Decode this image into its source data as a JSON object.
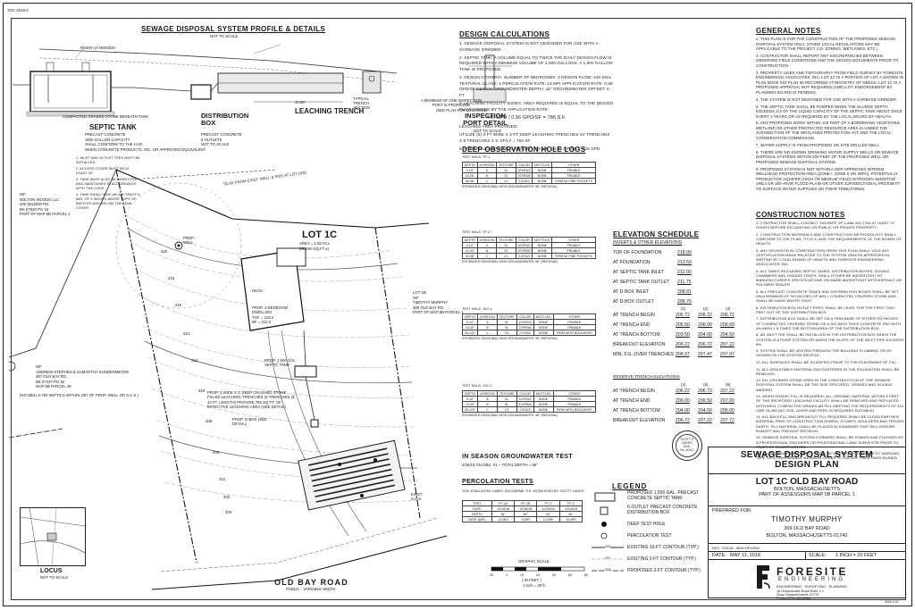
{
  "sheet_code": "TOC-2018-0",
  "profile": {
    "title": "SEWAGE DISPOSAL SYSTEM PROFILE & DETAILS",
    "subtitle": "NOT TO SCALE",
    "septic_tank_label": "SEPTIC TANK",
    "septic_tank_notes": [
      "PRECAST CONCRETE",
      "1500 GALLON CAPACITY",
      "SHALL CONFORM TO THE H-20",
      "WHEN CONCRETE PRODUCTS, INC. OR APPROVED EQUIVALENT"
    ],
    "septic_tank_list": [
      "1. INLET AND OUTLET TEES MUST BE INSTALLED.",
      "2. ACCESS COVER MUST BE AT LEAST 20\".",
      "3. TANK MUST ALSO BE INSPECTED AND MAINTAINED IN ACCORDANCE WITH THE CODE.",
      "4. TANK SHALL HAVE AN AIR SPACE A MIN. OF 3 INCHES ABOVE TOPS OF BAFFLES AND BELOW THE TANK COVER."
    ],
    "dbox_label": "DISTRIBUTION BOX",
    "dbox_sub": [
      "PRECAST CONCRETE",
      "6 OUTLETS",
      "NOT TO SCALE"
    ],
    "leaching_label": "LEACHING TRENCH",
    "leach_dims": "44.00'",
    "inspection_label": "INSPECTION PORT DETAIL",
    "inspection_sub": "NOT TO SCALE",
    "riser_note": "RISER AS NEEDED",
    "stone_note": "COMPACTED GRADED STONE BENEATH TANK",
    "trench_typ": "TYPICAL TRENCH SECTION",
    "note_min_cover": "A MINIMUM OF ONE INSPECTION PORT IS PROPOSED",
    "note_min_cover_2": "(SEE PLAN FOR LOCATION)"
  },
  "site": {
    "lot_title": "LOT 1C",
    "lot_area": "AREA = 1.83 AC±",
    "lot_area_sf": "(80,040 SQ.FT.±)",
    "dwelling_lines": [
      "PROP. 4-BEDROOM",
      "DWELLING",
      "TOF = 218.2",
      "BF = 210.0"
    ],
    "deck": "DECK",
    "prop_well": "PROP. WELL",
    "septic_tank_callout": "PROP. 1,500 GAL SEPTIC TANK",
    "dbox_callout": "PROP. D-BOX (SEE DETAIL)",
    "trench_callout": "PROP. 3 WIDE X 3' DEEP CRUSHED STONE FILLED LEACHING TRENCHES (8 TRENCHES @ 44 FT. LENGTH) PROVIDE 792 SQ FT. OF EFFECTIVE LEACHING AREA (SEE DETAIL)",
    "abutter_west": [
      "N/F",
      "BOLTON WOODS LLC",
      "200 WILDER RD.",
      "BK 57920 PG 15",
      "PART OF MAP 5B PARCEL 1"
    ],
    "abutter_east": [
      "LOT 1B",
      "N/F",
      "TIMOTHY MURPHY",
      "369 OLD BAY RD.",
      "PART OF MAP 5B PARCEL 1"
    ],
    "abutter_south": [
      "N/F",
      "ANDREW STEPHEN & SAMANTHA SUNDERMEYER",
      "387 OLD BAY RD.",
      "BK 57237 PG 92",
      "MAP 5B PARCEL 49"
    ],
    "no_wells_note": "(NO WELLS OR SEPTICS WITHIN 200' OF PROP. WELL OR S.A.S.)",
    "exist_easement": "50.00' FROM EXIST. WELL & PIPE AT LOT LINE",
    "road_title": "OLD BAY ROAD",
    "road_sub": "PUBLIC - VARIABLE WIDTH",
    "locus_title": "LOCUS",
    "locus_sub": "NOT TO SCALE",
    "graphic_scale": "GRAPHIC SCALE",
    "scale_ticks": [
      "20",
      "0",
      "10",
      "20",
      "40",
      "60",
      "80"
    ],
    "scale_unit": "( IN FEET )",
    "scale_note": "1 inch = 20 ft.",
    "contours": [
      "200",
      "202",
      "204",
      "206",
      "208",
      "210",
      "212",
      "214",
      "216",
      "218",
      "220"
    ],
    "exist_sas": "EXIST. S.A.S."
  },
  "design_calcs": {
    "title": "DESIGN CALCULATIONS",
    "items": [
      "1. SEWAGE DISPOSAL SYSTEM IS NOT DESIGNED FOR USE WITH A GARBAGE GRINDER.",
      "2. SEPTIC TANK: A VOLUME EQUAL TO TWICE THE DAILY DESIGN FLOW IS REQUIRED WITH A MINIMUM VOLUME OF 1,500 GALLONS. A 1,500 GALLON TANK IS PROPOSED.",
      "3. DESIGN CRITERIA: NUMBER OF BEDROOMS: 4   DESIGN FLOW: 440   SOIL TEXTURAL CLASS: 1   PERCOLATION RATE: 13 MPI   APPLICATION RATE: 0.56 GPD/SF   DESIGN GROUNDWATER DEPTH: 42\"   GROUNDWATER OFFSET: 4-FT",
      "4. LEACHING FACILITY SIZING: AREA REQUIRED IS EQUAL TO THE DESIGN FLOW DIVIDED BY THE APPLICATION RATE:",
      "440 GPD / 0.56 GPD/SF = 786 S.F.",
      "LEACHING AREA PROVIDED:",
      "UTILIZE (8) 3-FT WIDE X 3-FT DEEP LEACHING TRENCHES 44' TRENCHES X 8 TRENCHES X 6' SF/LF = 792 SF",
      "5. HYDRAULIC LOADING CAPACITY: 792 S.F. x 0.56 GPD/S.F. 443 GPD"
    ]
  },
  "deep_obs": {
    "title": "DEEP OBSERVATION HOLE LOGS",
    "headers": [
      "DEPTH",
      "HORIZON",
      "TEXTURE",
      "COLOR",
      "MOTTLES",
      "OTHER"
    ],
    "holes": [
      {
        "name": "TEST HOLE: TP-1",
        "rows": [
          [
            "0-10\"",
            "A",
            "SL",
            "10YR3/2",
            "NONE",
            "FRIABLE"
          ],
          [
            "10-26\"",
            "B",
            "SL",
            "10YR5/6",
            "NONE",
            "FRIABLE"
          ],
          [
            "26-96\"",
            "C",
            "LS",
            "2.5Y6/3",
            "NONE",
            "FIRM W/ FINE POCKETS"
          ]
        ],
        "gw": "ESTIMATED SEASONAL HIGH GROUNDWATER: 96\" (REFUSAL)"
      },
      {
        "name": "TEST HOLE: TP-2",
        "rows": [
          [
            "0-10\"",
            "A",
            "SL",
            "10YR3/2",
            "NONE",
            "FRIABLE"
          ],
          [
            "10-30\"",
            "B",
            "SL",
            "10YR5/6",
            "NONE",
            "FRIABLE"
          ],
          [
            "30-96\"",
            "C",
            "LS",
            "2.5Y6/3",
            "NONE",
            "FIRM W/ FINE POCKETS"
          ]
        ],
        "gw": "ESTIMATED SEASONAL HIGH GROUNDWATER: 96\" (REFUSAL)"
      },
      {
        "name": "TEST HOLE: 10C-1",
        "rows": [
          [
            "0-10\"",
            "A",
            "SL",
            "10YR3/2",
            "NONE",
            "FRIABLE"
          ],
          [
            "10-30\"",
            "B",
            "SL",
            "10YR5/6",
            "NONE",
            "FRIABLE"
          ],
          [
            "30-120\"",
            "C",
            "LS",
            "2.5Y6/3",
            "NONE",
            "FIRM WITH BOULDERS"
          ]
        ],
        "gw": "ESTIMATED SEASONAL HIGH GROUNDWATER: 96\" (REFUSAL)"
      },
      {
        "name": "TEST HOLE: 10C-2",
        "rows": [
          [
            "0-10\"",
            "A",
            "SL",
            "10YR3/2",
            "NONE",
            "FRIABLE"
          ],
          [
            "10-30\"",
            "B",
            "SL",
            "10YR5/6",
            "NONE",
            "FRIABLE"
          ],
          [
            "30-120\"",
            "C",
            "LS",
            "2.5Y6/3",
            "NONE",
            "FIRM WITH BOULDERS"
          ]
        ],
        "gw": "ESTIMATED SEASONAL HIGH GROUNDWATER: 96\" (REFUSAL)"
      }
    ],
    "groundwater_title": "IN SEASON GROUNDWATER TEST",
    "groundwater_sub": "4/26/18 ON OBS. #1 -- TOTAL DEPTH = 96\""
  },
  "percolation": {
    "title": "PERCOLATION TESTS",
    "eval_line": "SOIL EVALUATOR: LARRY DUCHARME, P.E. WITNESSED BY: SCOTT HAYES",
    "headers": [
      "TEST",
      "PT-1A",
      "PT-1B",
      "PT-2",
      "PT-3"
    ],
    "rows": [
      [
        "DATE",
        "12/18/18",
        "12/18/18",
        "12/18/18",
        "12/18/18"
      ],
      [
        "DEPTH",
        "36\"",
        "60\"",
        "42\"",
        "36\""
      ],
      [
        "RATE (MPI)",
        "13 MPI",
        "8 MPI",
        "13 MPI",
        "10 MPI"
      ]
    ]
  },
  "elevations": {
    "title": "ELEVATION SCHEDULE",
    "inverts_title": "INVERTS & OTHER ELEVATIONS",
    "rows": [
      {
        "label": "TOP OF FOUNDATION",
        "a": "218.00"
      },
      {
        "label": "AT FOUNDATION",
        "a": "213.50"
      },
      {
        "label": "AT SEPTIC TANK INLET",
        "a": "212.00"
      },
      {
        "label": "AT SEPTIC TANK OUTLET",
        "a": "211.75"
      },
      {
        "label": "AT D-BOX INLET",
        "a": "208.81"
      },
      {
        "label": "AT D-BOX OUTLET",
        "a": "208.76"
      }
    ],
    "col_headers": [
      "(1)",
      "(2)",
      "(3)"
    ],
    "trench_rows": [
      {
        "label": "AT TRENCH BEGIN",
        "v": [
          "205.72",
          "206.22",
          "206.72"
        ]
      },
      {
        "label": "AT TRENCH END",
        "v": [
          "205.50",
          "206.00",
          "206.50"
        ]
      },
      {
        "label": "AT TRENCH BOTTOM",
        "v": [
          "203.50",
          "204.00",
          "204.50"
        ]
      },
      {
        "label": "BREAKOUT ELEVATION",
        "v": [
          "206.22",
          "206.72",
          "207.22"
        ]
      },
      {
        "label": "MIN. F.G. OVER TRENCHES",
        "v": [
          "206.97",
          "207.47",
          "207.97"
        ]
      }
    ],
    "reserve_title": "RESERVE TRENCH ELEVATIONS",
    "reserve_headers": [
      "(4)",
      "(5)",
      "(6)"
    ],
    "reserve_rows": [
      {
        "label": "AT TRENCH BEGIN",
        "v": [
          "206.22",
          "206.72",
          "207.22"
        ]
      },
      {
        "label": "AT TRENCH END",
        "v": [
          "206.00",
          "206.50",
          "207.00"
        ]
      },
      {
        "label": "AT TRENCH BOTTOM",
        "v": [
          "204.00",
          "204.50",
          "205.00"
        ]
      },
      {
        "label": "BREAKOUT ELEVATION",
        "v": [
          "206.72",
          "207.22",
          "207.72"
        ]
      }
    ]
  },
  "stamp": {
    "lines": [
      "SCOTT P.",
      "HAYES",
      "CIVIL",
      "No. 40117"
    ]
  },
  "legend": {
    "title": "LEGEND",
    "items": [
      "PROPOSED 1,500 GAL. PRECAST CONCRETE SEPTIC TANK",
      "6-OUTLET PRECAST CONCRETE DISTRIBUTION BOX",
      "DEEP TEST HOLE",
      "PERCOLATION TEST",
      "EXISTING 10-FT CONTOUR (TYP.)",
      "EXISTING 2-FT CONTOUR (TYP.)",
      "PROPOSED 2-FT CONTOUR (TYP.)"
    ],
    "contour_sample_labels": [
      "200",
      "202",
      "206"
    ]
  },
  "general_notes": {
    "title": "GENERAL NOTES",
    "items": [
      "1. THIS PLAN IS FOR THE CONSTRUCTION OF THE PROPOSED SEWAGE DISPOSAL SYSTEM ONLY. OTHER LOCAL REGULATIONS MAY BE APPLICABLE TO THE PROJECT (I.E. ZONING, WETLANDS, ETC.).",
      "2. CONTRACTOR SHALL REPORT ANY DISCREPANCIES BETWEEN OBSERVED FIELD CONDITIONS AND THE DESIGN DOCUMENTS PRIOR TO CONSTRUCTION.",
      "3. PROPERTY LINES AND TOPOGRAPHY FROM FIELD SURVEY BY FORESITE ENGINEERING ASSOCIATES, INC. LOT 1C IS A PORTION OF LOT A SHOWN IN PLAN BOOK 910 PLAN 60 RECORDED AT REGISTRY OF DEEDS. LOT 1C IS A PROPOSED APPROVAL NOT REQUIRED (ANR) LOT. ENDORSEMENT BY PLANNING BOARD IS PENDING.",
      "4. THE SYSTEM IS NOT DESIGNED FOR USE WITH A GARBAGE GRINDER.",
      "5. THE SEPTIC TANK SHALL BE PUMPED WHEN THE SLUDGE DEPTH EXCEEDS 1/3 OF THE LIQUID CAPACITY OF THE SEPTIC TANK ABOUT ONCE EVERY 2 YEARS OR AS REQUIRED BY THE LOCAL BOARD OF HEALTH.",
      "6. ANY PROPOSED WORK WITHIN 100 FEET OF A BORDERING VEGETATED WETLAND OR OTHER PROTECTED RESOURCE AREA IS UNDER THE JURISDICTION OF THE WETLANDS PROTECTION ACT AND THE LOCAL CONSERVATION COMMISSION.",
      "7. WATER SUPPLY IS FROM PROPOSED ON SITE DRILLED WELL.",
      "8. THERE ARE NO KNOWN DRINKING WATER SUPPLY WELLS OR SEWAGE DISPOSAL SYSTEMS WITHIN 200 FEET OF THE PROPOSED WELL OR PROPOSED SEWAGE DISPOSAL SYSTEM.",
      "9. PROPOSED SYSTEM IS NOT WITHIN A DEP-APPROVED INTERIM WELLHEAD PROTECTION AREA (ZONE I, ZONE II OR IWPA), POTENTIALLY PRODUCTIVE AQUIFER (HIGH OR MEDIUM YIELD) NITROGEN SENSITIVE AREA OR 100-YEAR FLOOD PLAIN OR OTHER JURISDICTIONAL PROXIMITY TO SURFACE WATER SUPPLIES OR THEIR TRIBUTARIES."
    ]
  },
  "construction_notes": {
    "title": "CONSTRUCTION NOTES",
    "items": [
      "1. CONTRACTOR SHALL CONTACT 'DIGSAFE' AT 1-888-344-7233 AT LEAST 72 HOURS BEFORE EXCAVATING ON PUBLIC OR PRIVATE PROPERTY.",
      "2. CONSTRUCTION MATERIALS AND CONSTRUCTION METHODOLOGY SHALL CONFORM TO THE PLAN, TITLE 5, AND THE REQUIREMENTS OF THE BOARD OF HEALTH.",
      "3. ANY DEVIATION IN CONSTRUCTION FROM THIS PLAN SHALL VOID ANY CERTIFICATION MADE RELATIVE TO THE SYSTEM UNLESS APPROVED IN WRITING BY LOCAL BOARD OF HEALTH AND FORESITE ENGINEERING ASSOCIATES, INC.",
      "4. ALL TANKS INCLUDING SEPTIC TANKS, DISTRIBUTION BOXES, DOSING CHAMBERS AND GREASE TRAPS, SHALL EITHER BE WATERTIGHT BY MANUFACTURER'S SPECIFICATIONS OR MADE WATERTIGHT WITH ASPHALT OR POLYMER SEALER.",
      "5. ALL PRECAST CONCRETE TANKS AND DISTRIBUTION BOXES SHALL BE SET ON A MINIMUM OF SIX INCHES OF WELL COMPACTED CRUSHED STONE AND SHALL BE MADE WATER TIGHT.",
      "6. DISTRIBUTION BOX OUTLET PIPES SHALL BE LEVEL FOR THE FIRST TWO FEET OUT OF THE DISTRIBUTION BOX.",
      "7. DISTRIBUTION BOX SHALL BE SET ON A FIRM BASE OF EITHER SIX INCHES OF COMPACTED CRUSHED STONE OR A SIX-INCH THICK CONCRETE PAD WITH AN AREA 1.5 TIMES THE BOTTOM AREA OF THE DISTRIBUTION BOX.",
      "8. AN INLET TEE SHALL BE INSTALLED IN THE DISTRIBUTION BOX WHEN THE SYSTEM IS A PUMP SYSTEM OR WHEN THE SLOPE OF THE INLET PIPE EXCEEDS 8%.",
      "9. SYSTEM SHALL BE VENTED THROUGH THE BUILDING PLUMBING OR AS SHOWN ON THE SYSTEM PROFILE.",
      "10. ALL SURFACES SHALL BE SCARIFIED PRIOR TO THE PLACEMENT OF FILL.",
      "11. ALL UNSUITABLE MATERIAL ENCOUNTERED IN THE EXCAVATION SHALL BE REMOVED.",
      "12. ALL CRUSHED STONE USED IN THE CONSTRUCTION OF THE SEWAGE DISPOSAL SYSTEM SHALL BE THE SIZE SPECIFIED, GRADED AND DOUBLE WASHED.",
      "13. WHEN GRAVEL FILL IS REQUIRED, ALL ORGANIC MATERIAL WITHIN 5 FEET OF THE PROPOSED LEACHING FACILITY SHALL BE REMOVED AND REPLACED WITH WELL COMPACTED GRANULAR FILL MEETING THE REQUIREMENTS OF 310 CMR 15.255 (NO SOIL LAYER AND PERC IS REQUIRED SUITABLE).",
      "14. ALL BACKFILL AND BREAKOUT FILL REQUIRED SHALL BE CLEAN EARTHEN MATERIAL FREE OF CONSTRUCTION DEBRIS, STUMPS, BOULDERS AND FROZEN EARTH. FILL MATERIAL SHALL BE PLACED IN A MANNER THAT WILL ENSURE RUNOFF AND PREVENT EROSION.",
      "15. SEWAGE DISPOSAL SYSTEM CORNERS SHALL BE STAKED AND FLAGGED BY A PROFESSIONAL ENGINEER OR PROFESSIONAL LAND SURVEYOR PRIOR TO START OF CONSTRUCTION.",
      "16. ALL SYSTEM COMPONENTS SHALL BE MARKED WITH MAGNETIC MARKING TAPE OR A COMPARABLE MEANS IN ORDER TO LOCATE THEM ONCE BURIED."
    ]
  },
  "title_block": {
    "title_line1": "SEWAGE DISPOSAL SYSTEM",
    "title_line2": "DESIGN PLAN",
    "lot": "LOT 1C OLD BAY ROAD",
    "town": "BOLTON, MASSACHUSETTS",
    "parcel": "PART OF ASSESSORS MAP 5B PARCEL 1",
    "prepared_for_label": "PREPARED FOR:",
    "client": "TIMOTHY MURPHY",
    "client_address1": "369 OLD BAY ROAD",
    "client_address2": "BOLTON, MASSACHUSETTS 01740",
    "rev": "REV. 7/26/18 - MDH REVIEW",
    "date_label": "DATE:",
    "date": "MAY 11, 2018",
    "scale_label": "SCALE:",
    "scale": "1 INCH = 20 FEET",
    "firm_name": "FORESITE",
    "firm_name2": "ENGINEERING",
    "firm_tagline": "ENGINEERING · SURVEYING · PLANNING",
    "firm_address1": "16 Gleasondale Road Suite 1-1",
    "firm_address2": "Stow, Massachusetts 01775",
    "firm_phone": "Phone (978) 461-2350",
    "job_no": "W18-0.01"
  }
}
